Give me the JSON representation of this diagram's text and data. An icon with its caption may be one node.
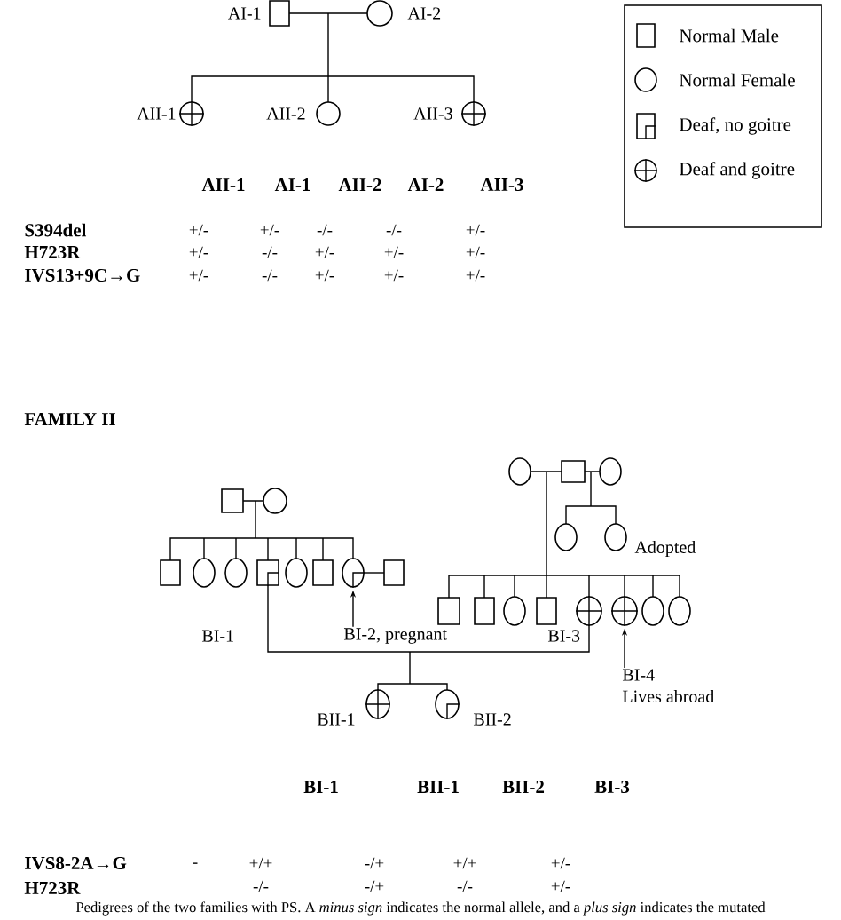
{
  "diagram": {
    "caption": "Pedigrees of the two families with PS. A *minus sign* indicates the normal allele, and a *plus sign* indicates the mutated",
    "nodes": [
      {
        "text": [],
        "shape": "box",
        "beside": [
          "AI-1"
        ]
      },
      {
        "text": [],
        "shape": "circle",
        "beside": [
          "AI-2"
        ]
      },
      {
        "text": [],
        "shape": "crossed-circle",
        "beside": [
          "AII-1"
        ]
      },
      {
        "text": [],
        "shape": "circle",
        "beside": [
          "AII-2"
        ]
      },
      {
        "text": [],
        "shape": "crossed-circle",
        "beside": [
          "AII-3"
        ]
      },
      {
        "text": [],
        "shape": "box"
      },
      {
        "text": [],
        "shape": "circle"
      },
      {
        "text": [],
        "shape": "circle"
      },
      {
        "text": [],
        "shape": "box"
      },
      {
        "text": [],
        "shape": "circle"
      },
      {
        "text": [],
        "shape": "circle"
      },
      {
        "text": [],
        "shape": "circle",
        "beside": [
          "Adopted"
        ]
      },
      {
        "text": [],
        "shape": "box"
      },
      {
        "text": [],
        "shape": "circle"
      },
      {
        "text": [],
        "shape": "circle"
      },
      {
        "text": [],
        "shape": "quartered-box",
        "beside": [
          "BI-1"
        ]
      },
      {
        "text": [],
        "shape": "circle"
      },
      {
        "text": [],
        "shape": "box"
      },
      {
        "text": [],
        "shape": "quartered-circle"
      },
      {
        "text": [],
        "shape": "box"
      },
      {
        "text": [
          "BI-2, pregnant"
        ]
      },
      {
        "text": [],
        "shape": "box"
      },
      {
        "text": [],
        "shape": "box"
      },
      {
        "text": [],
        "shape": "circle"
      },
      {
        "text": [],
        "shape": "box"
      },
      {
        "text": [],
        "shape": "crossed-circle",
        "beside": [
          "BI-3"
        ]
      },
      {
        "text": [],
        "shape": "crossed-circle"
      },
      {
        "text": [],
        "shape": "circle"
      },
      {
        "text": [],
        "shape": "circle"
      },
      {
        "text": [
          "BI-4",
          "Lives abroad"
        ]
      },
      {
        "text": [],
        "shape": "crossed-circle",
        "beside": [
          "BII-1"
        ]
      },
      {
        "text": [],
        "shape": "quartered-circle",
        "beside": [
          "BII-2"
        ]
      }
    ],
    "edges": [
      {
        "from": 0,
        "to": 1,
        "arrow": "none"
      },
      {
        "from": 0,
        "to": 2,
        "arrow": "none"
      },
      {
        "from": 1,
        "to": 2,
        "arrow": "none"
      },
      {
        "from": 0,
        "to": 3,
        "arrow": "none"
      },
      {
        "from": 1,
        "to": 3,
        "arrow": "none"
      },
      {
        "from": 0,
        "to": 4,
        "arrow": "none"
      },
      {
        "from": 1,
        "to": 4,
        "arrow": "none"
      },
      {
        "from": 5,
        "to": 6,
        "arrow": "none"
      },
      {
        "from": 5,
        "to": 12,
        "arrow": "none"
      },
      {
        "from": 6,
        "to": 12,
        "arrow": "none"
      },
      {
        "from": 5,
        "to": 13,
        "arrow": "none"
      },
      {
        "from": 6,
        "to": 13,
        "arrow": "none"
      },
      {
        "from": 5,
        "to": 14,
        "arrow": "none"
      },
      {
        "from": 6,
        "to": 14,
        "arrow": "none"
      },
      {
        "from": 5,
        "to": 15,
        "arrow": "none"
      },
      {
        "from": 6,
        "to": 15,
        "arrow": "none"
      },
      {
        "from": 5,
        "to": 16,
        "arrow": "none"
      },
      {
        "from": 6,
        "to": 16,
        "arrow": "none"
      },
      {
        "from": 5,
        "to": 17,
        "arrow": "none"
      },
      {
        "from": 6,
        "to": 17,
        "arrow": "none"
      },
      {
        "from": 5,
        "to": 18,
        "arrow": "none"
      },
      {
        "from": 6,
        "to": 18,
        "arrow": "none"
      },
      {
        "from": 18,
        "to": 19,
        "arrow": "none"
      },
      {
        "from": 20,
        "to": 18,
        "arrow": "to"
      },
      {
        "from": 7,
        "to": 8,
        "arrow": "none"
      },
      {
        "from": 8,
        "to": 9,
        "arrow": "none"
      },
      {
        "from": 7,
        "to": 21,
        "arrow": "none"
      },
      {
        "from": 8,
        "to": 21,
        "arrow": "none"
      },
      {
        "from": 7,
        "to": 22,
        "arrow": "none"
      },
      {
        "from": 8,
        "to": 22,
        "arrow": "none"
      },
      {
        "from": 7,
        "to": 23,
        "arrow": "none"
      },
      {
        "from": 8,
        "to": 23,
        "arrow": "none"
      },
      {
        "from": 7,
        "to": 24,
        "arrow": "none"
      },
      {
        "from": 8,
        "to": 24,
        "arrow": "none"
      },
      {
        "from": 7,
        "to": 25,
        "arrow": "none"
      },
      {
        "from": 8,
        "to": 25,
        "arrow": "none"
      },
      {
        "from": 7,
        "to": 26,
        "arrow": "none"
      },
      {
        "from": 8,
        "to": 26,
        "arrow": "none"
      },
      {
        "from": 7,
        "to": 27,
        "arrow": "none"
      },
      {
        "from": 8,
        "to": 27,
        "arrow": "none"
      },
      {
        "from": 7,
        "to": 28,
        "arrow": "none"
      },
      {
        "from": 8,
        "to": 28,
        "arrow": "none"
      },
      {
        "from": 8,
        "to": 10,
        "arrow": "none"
      },
      {
        "from": 9,
        "to": 10,
        "arrow": "none"
      },
      {
        "from": 8,
        "to": 11,
        "arrow": "none"
      },
      {
        "from": 9,
        "to": 11,
        "arrow": "none"
      },
      {
        "from": 29,
        "to": 26,
        "arrow": "to"
      },
      {
        "from": 15,
        "to": 25,
        "arrow": "none"
      },
      {
        "from": 15,
        "to": 30,
        "arrow": "none"
      },
      {
        "from": 25,
        "to": 30,
        "arrow": "none"
      },
      {
        "from": 15,
        "to": 31,
        "arrow": "none"
      },
      {
        "from": 25,
        "to": 31,
        "arrow": "none"
      }
    ],
    "labels": [
      "AII-1",
      "AI-1",
      "AII-2",
      "AI-2",
      "AII-3",
      "S394del",
      "+/-",
      "+/-",
      "-/-",
      "-/-",
      "+/-",
      "H723R",
      "+/-",
      "-/-",
      "+/-",
      "+/-",
      "+/-",
      "IVS13+9C→G",
      "+/-",
      "-/-",
      "+/-",
      "+/-",
      "+/-",
      "FAMILY II",
      "BI-1",
      "BII-1",
      "BII-2",
      "BI-3",
      "IVS8-2A→G",
      "-",
      "+/+",
      "-/+",
      "+/+",
      "+/-",
      "H723R",
      "-/-",
      "-/+",
      "-/-",
      "+/-"
    ],
    "legend": [
      {
        "text": "Normal Male"
      },
      {
        "text": "Normal Female"
      },
      {
        "text": "Deaf, no goitre"
      },
      {
        "text": "Deaf and goitre"
      }
    ]
  }
}
